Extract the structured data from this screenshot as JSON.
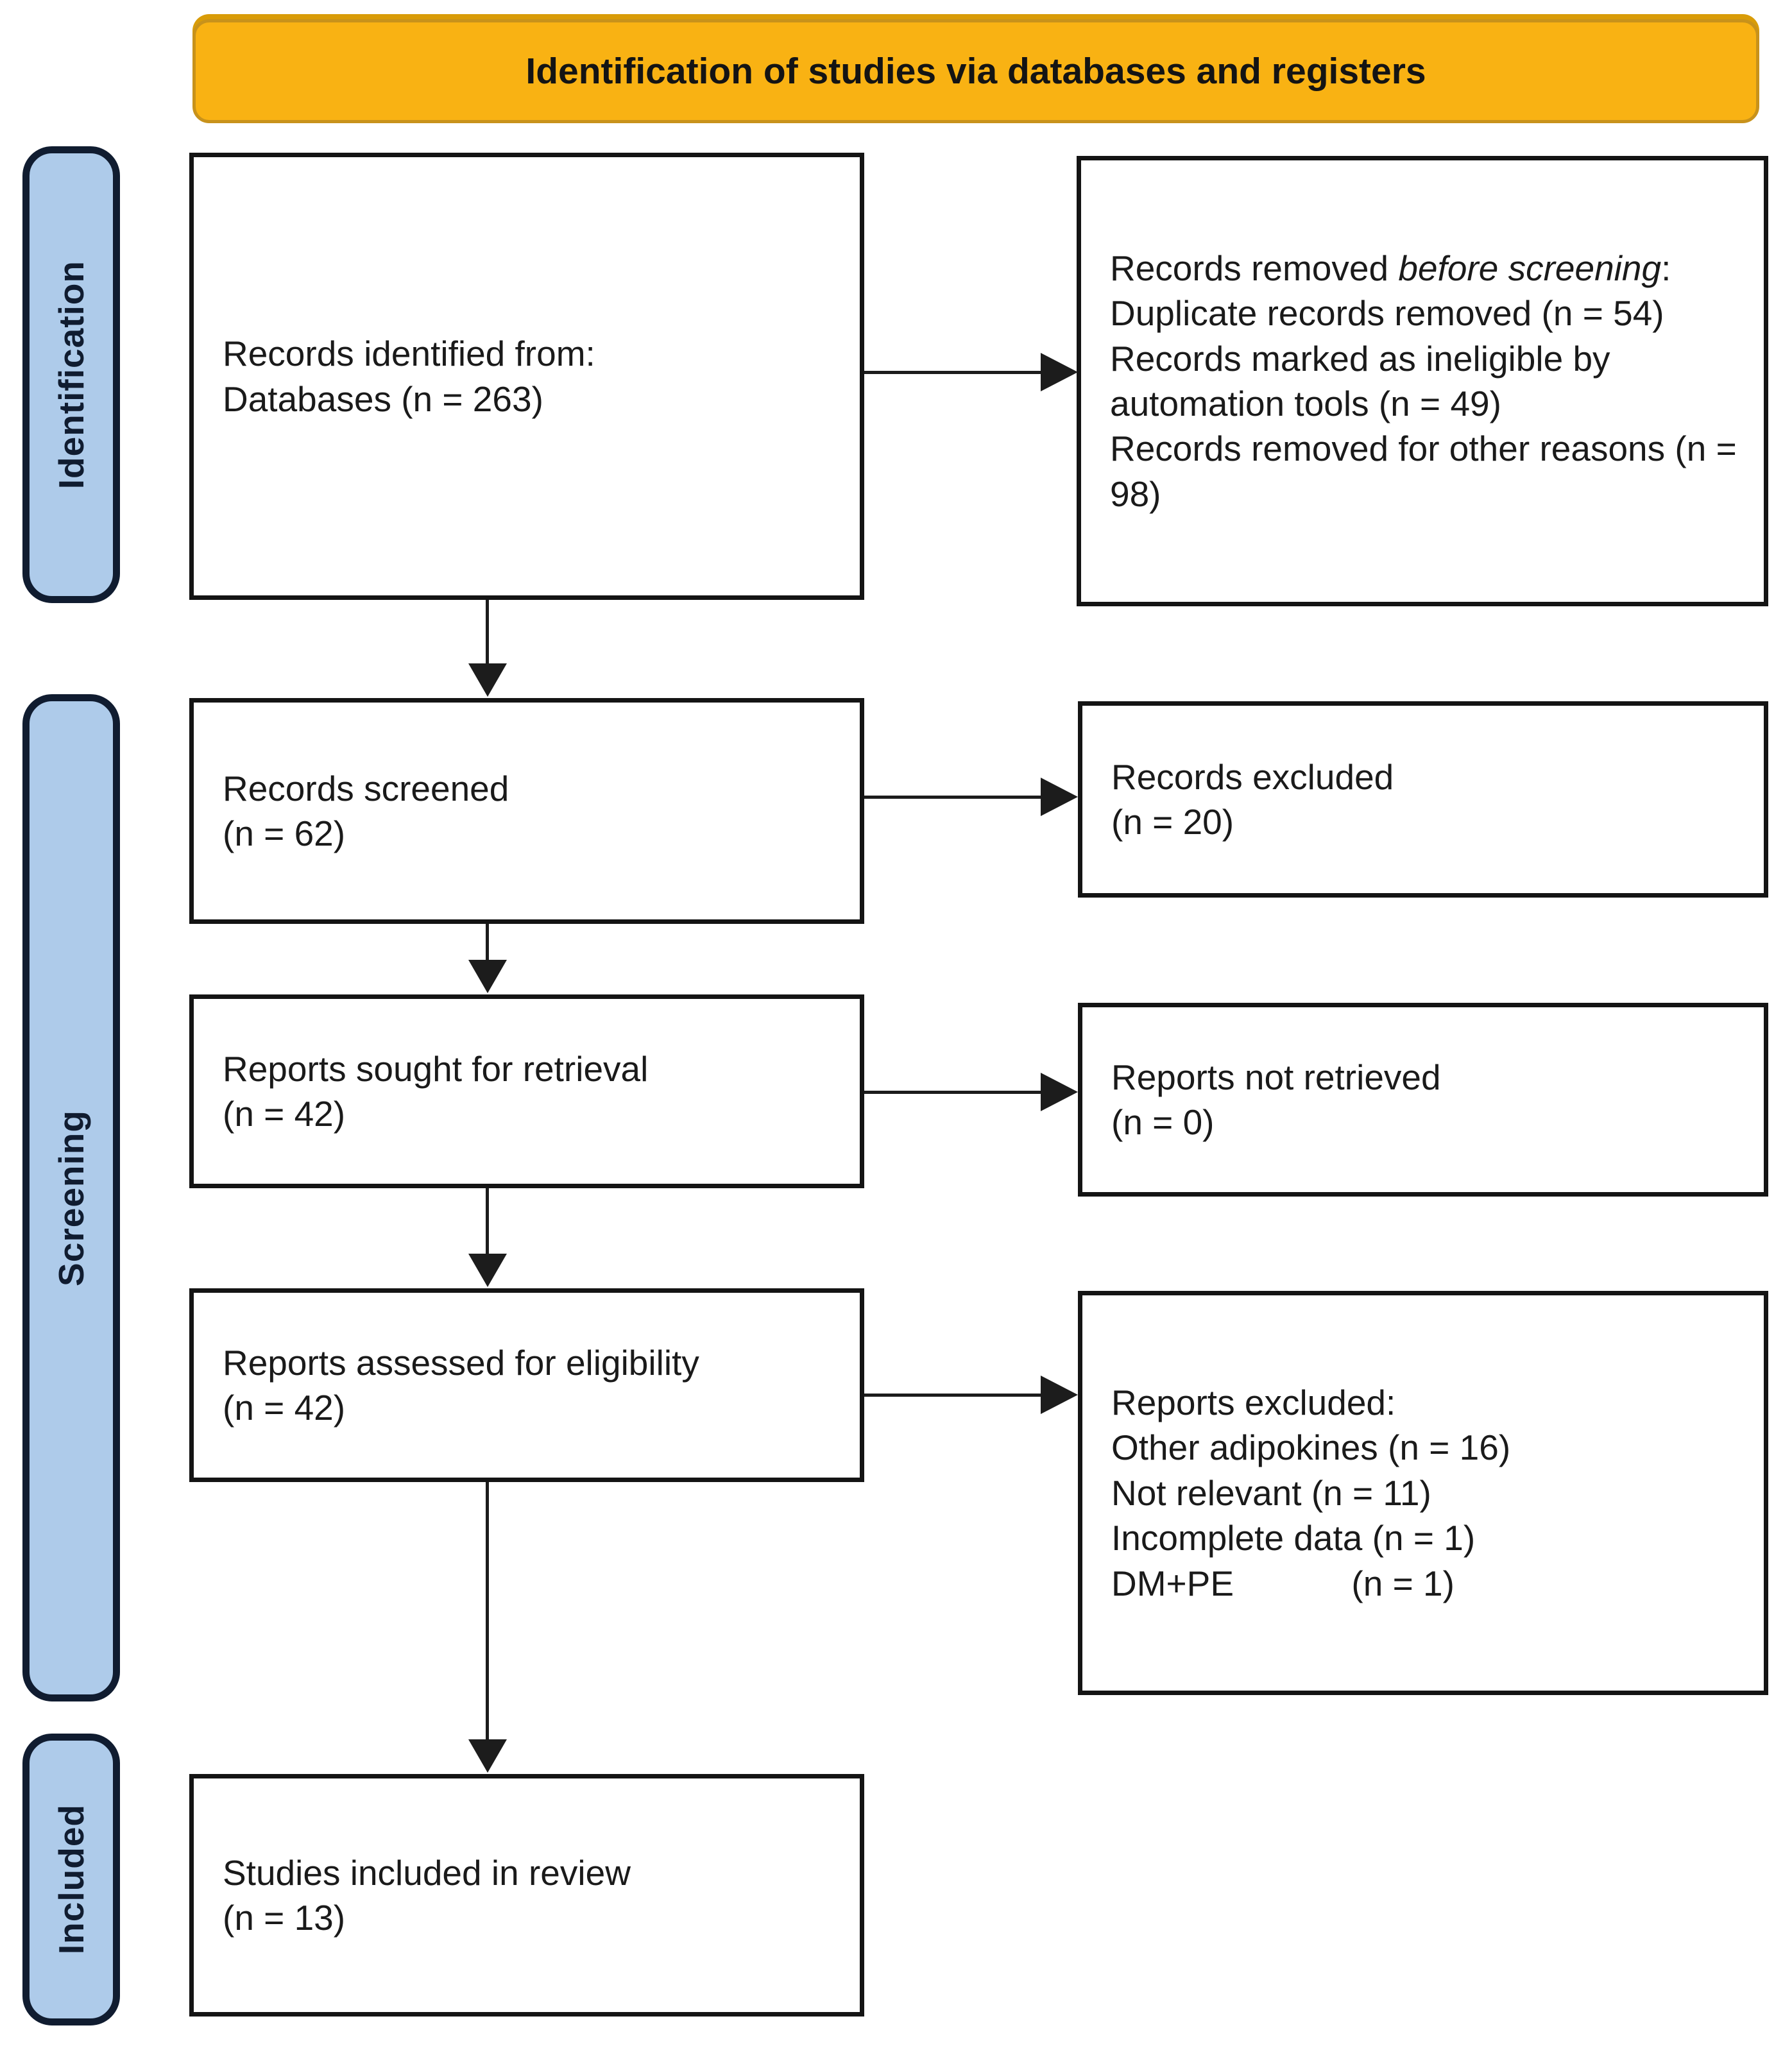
{
  "header": {
    "title": "Identification of studies via databases and registers"
  },
  "sidebar": {
    "identification": "Identification",
    "screening": "Screening",
    "included": "Included"
  },
  "boxes": {
    "records_identified": {
      "line1": "Records identified from:",
      "line2": "Databases (n = 263)"
    },
    "records_removed": {
      "intro_plain": "Records removed ",
      "intro_italic": "before screening",
      "intro_colon": ":",
      "items": [
        "Duplicate records removed (n = 54)",
        "Records marked as ineligible by automation tools (n = 49)",
        "Records removed for other reasons (n = 98)"
      ]
    },
    "records_screened": {
      "line1": "Records screened",
      "line2": "(n = 62)"
    },
    "records_excluded": {
      "line1": "Records excluded",
      "line2": "(n = 20)"
    },
    "reports_sought": {
      "line1": "Reports sought for retrieval",
      "line2": "(n = 42)"
    },
    "reports_not_retrieved": {
      "line1": "Reports not retrieved",
      "line2": "(n = 0)"
    },
    "reports_assessed": {
      "line1": "Reports assessed for eligibility",
      "line2": "(n = 42)"
    },
    "reports_excluded": {
      "intro": "Reports excluded:",
      "items": [
        "Other adipokines (n = 16)",
        "Not relevant (n = 11)",
        "Incomplete data (n = 1)",
        "DM+PE            (n = 1)"
      ]
    },
    "studies_included": {
      "line1": "Studies included in review",
      "line2": "(n = 13)"
    }
  },
  "colors": {
    "banner_fill": "#F9B213",
    "banner_border": "#C8921B",
    "sidebar_fill": "#AECBEA",
    "sidebar_border": "#101C30",
    "box_border": "#141414",
    "arrow": "#1C1C1C"
  }
}
